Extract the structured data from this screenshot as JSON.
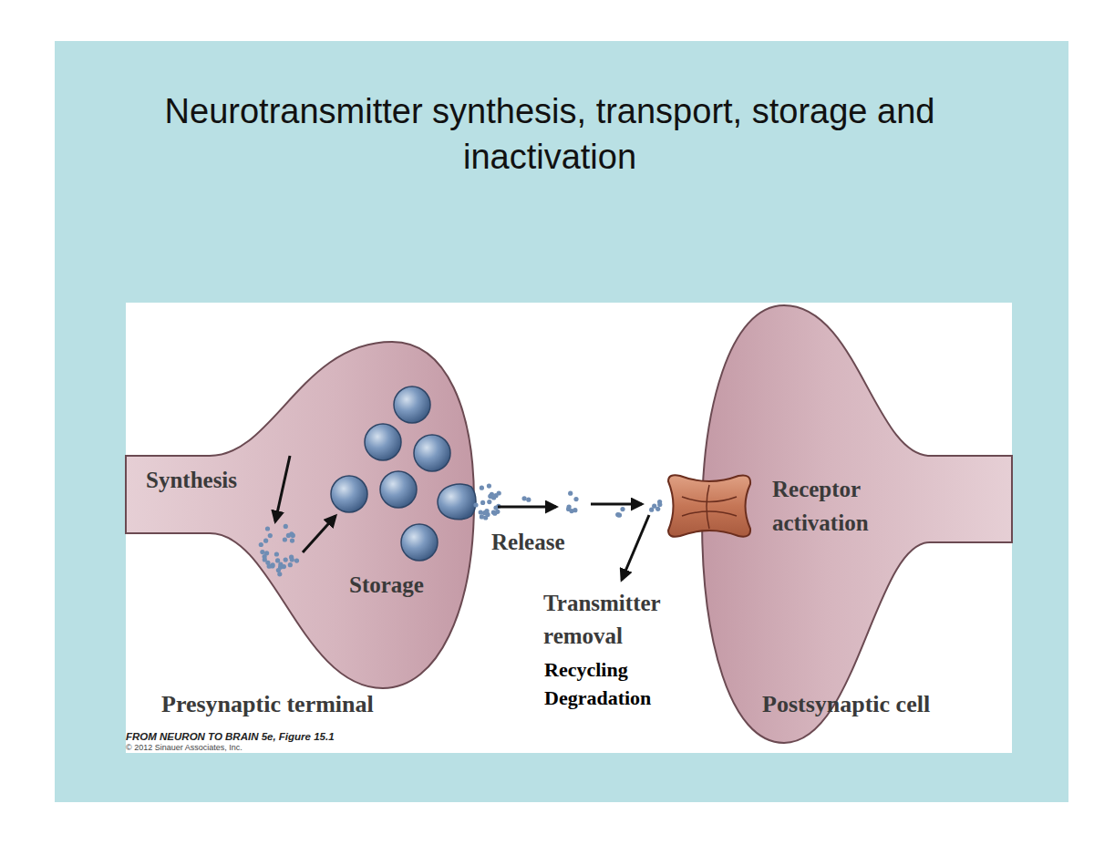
{
  "diagram": {
    "title": "Neurotransmitter synthesis, transport, storage and inactivation",
    "nodes": [
      {
        "text": [
          "Synthesis",
          "Storage",
          "Presynaptic terminal"
        ]
      },
      {
        "text": [
          "Receptor activation",
          "Postsynaptic cell"
        ]
      }
    ],
    "labels": [
      "Release",
      "Transmitter removal",
      "Recycling",
      "Degradation",
      "FROM NEURON TO BRAIN 5e, Figure 15.1",
      "© 2012 Sinauer Associates, Inc."
    ]
  }
}
